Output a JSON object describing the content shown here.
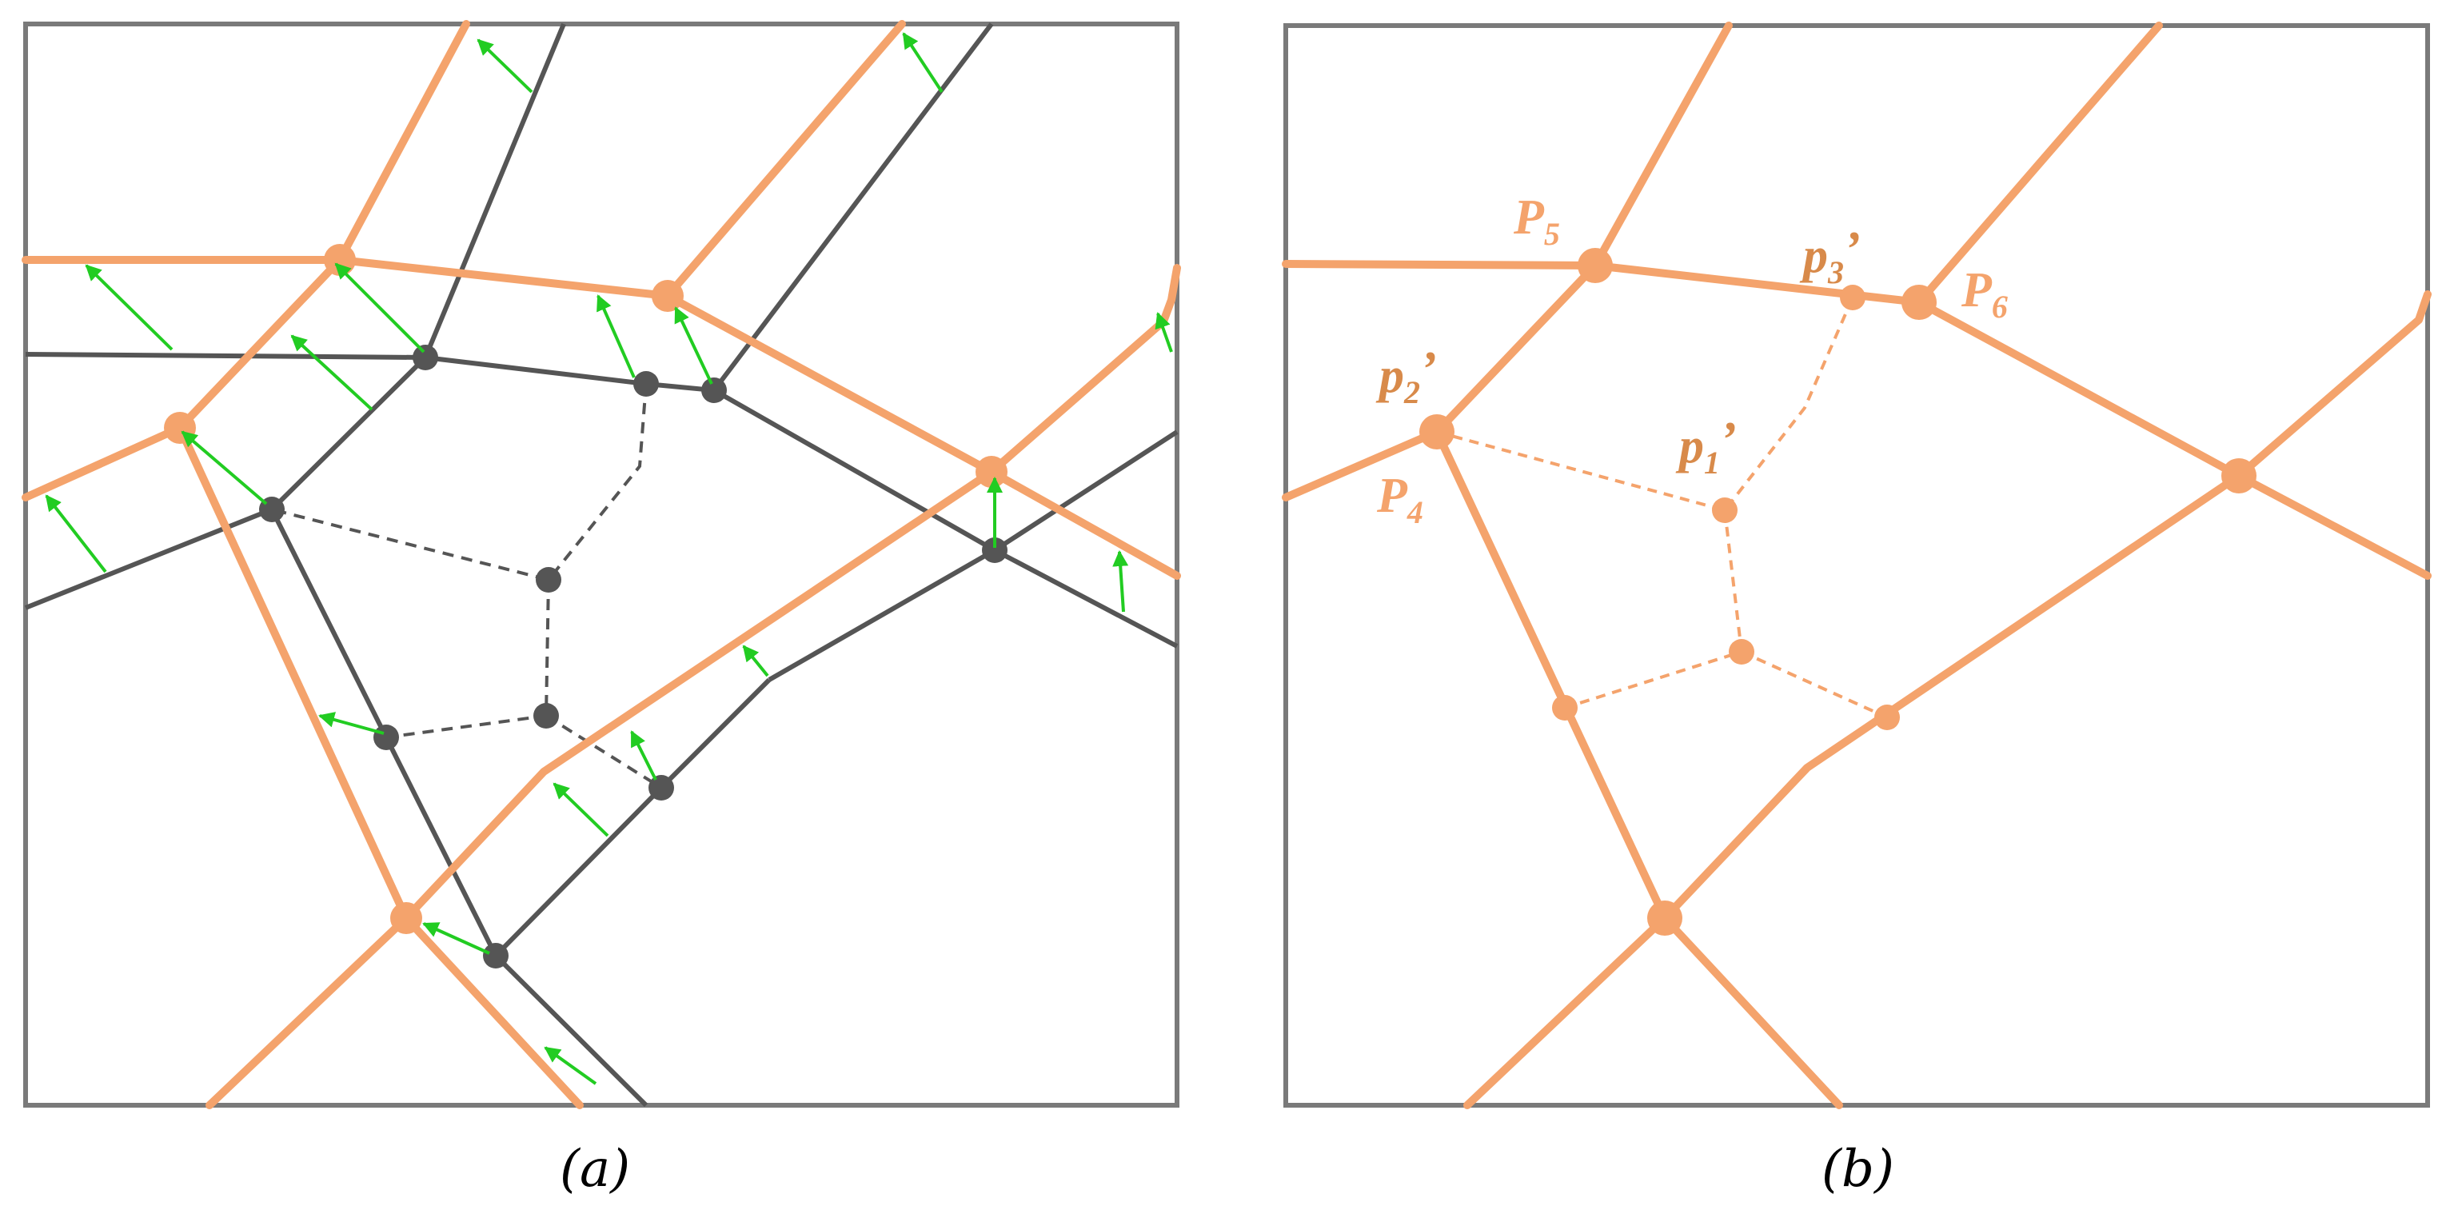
{
  "panels": [
    {
      "id": "a",
      "caption": "(a)"
    },
    {
      "id": "b",
      "caption": "(b)"
    }
  ],
  "labels": {
    "p5": {
      "main": "P",
      "sub": "5",
      "suffix": ""
    },
    "p3": {
      "main": "p",
      "sub": "3",
      "suffix": "’"
    },
    "p6": {
      "main": "P",
      "sub": "6",
      "suffix": ""
    },
    "p2": {
      "main": "p",
      "sub": "2",
      "suffix": "’"
    },
    "p1": {
      "main": "p",
      "sub": "1",
      "suffix": "’"
    },
    "p4": {
      "main": "P",
      "sub": "4",
      "suffix": ""
    }
  },
  "colors": {
    "orange": "#f4a36c",
    "orange_dark": "#d88a4a",
    "dark": "#555555",
    "green": "#22cc22",
    "frame": "#7a7a7a"
  }
}
